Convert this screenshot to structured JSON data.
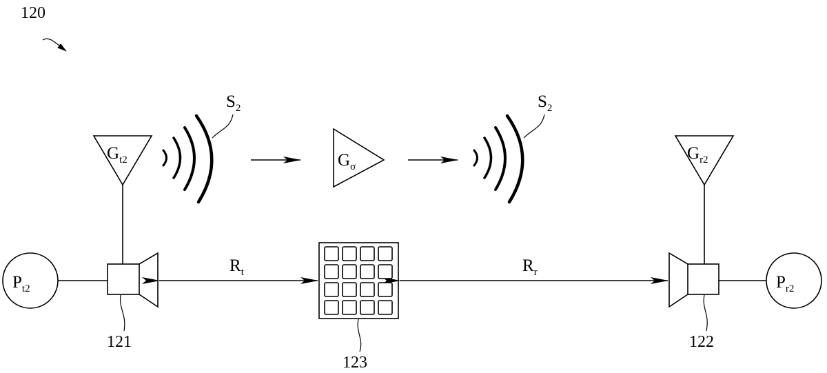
{
  "figure": {
    "ref_number": "120",
    "signal_left": {
      "main": "S",
      "sub": "2"
    },
    "signal_right": {
      "main": "S",
      "sub": "2"
    },
    "tx_antenna_gain": {
      "main": "G",
      "sub": "t2"
    },
    "rx_antenna_gain": {
      "main": "G",
      "sub": "r2"
    },
    "target_gain": {
      "main": "G",
      "sub": "σ"
    },
    "tx_power": {
      "main": "P",
      "sub": "t2"
    },
    "rx_power": {
      "main": "P",
      "sub": "r2"
    },
    "range_tx": {
      "main": "R",
      "sub": "t"
    },
    "range_rx": {
      "main": "R",
      "sub": "r"
    },
    "transmitter_ref": "121",
    "receiver_ref": "122",
    "target_ref": "123"
  }
}
